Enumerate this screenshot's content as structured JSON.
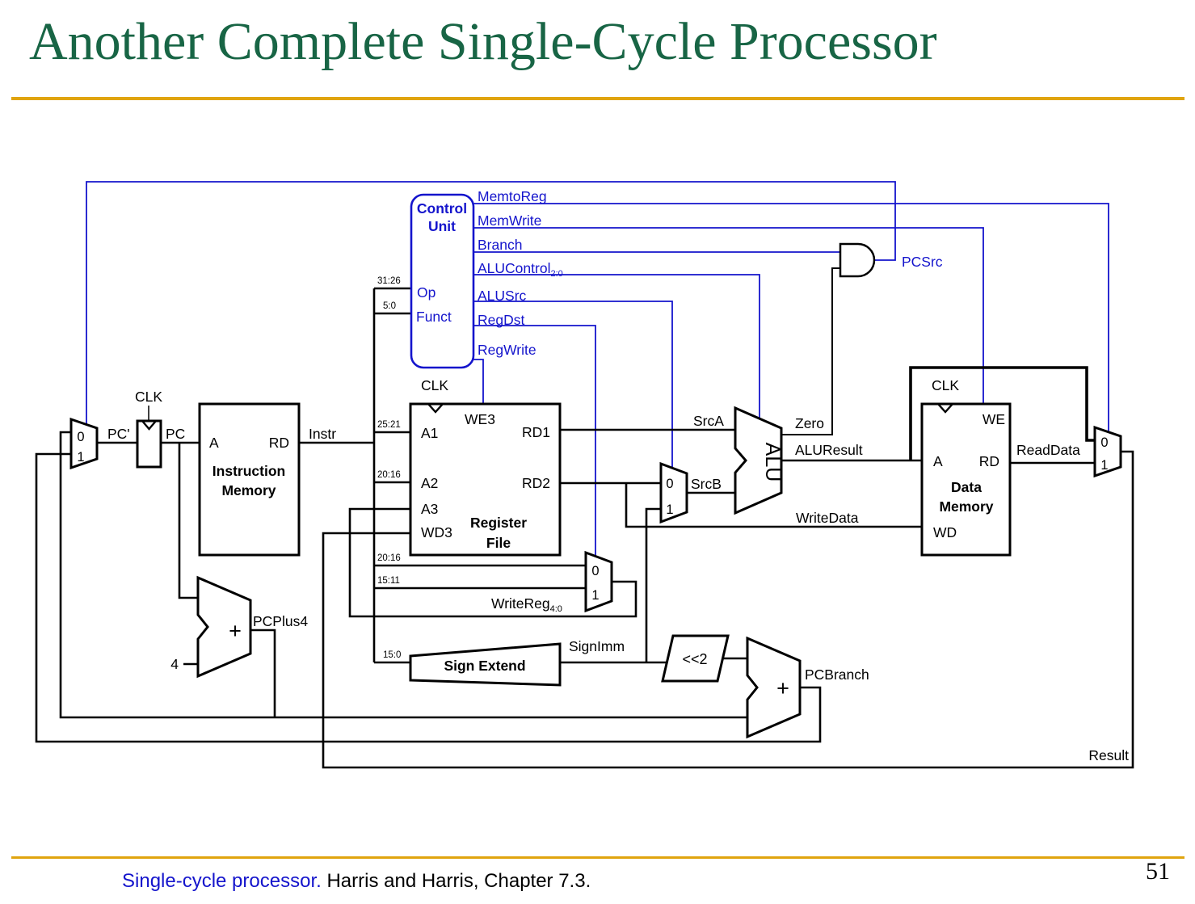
{
  "slide": {
    "title": "Another Complete Single-Cycle Processor",
    "page_number": "51",
    "footer_link": "Single-cycle processor.",
    "footer_citation": "Harris and Harris, Chapter 7.3."
  },
  "colors": {
    "title_green": "#186545",
    "rule_gold": "#E0A40E",
    "signal_blue": "#1414CC"
  },
  "control_unit": {
    "name1": "Control",
    "name2": "Unit",
    "op": "Op",
    "funct": "Funct"
  },
  "signals": {
    "memtoreg": "MemtoReg",
    "memwrite": "MemWrite",
    "branch": "Branch",
    "alucontrol": "ALUControl",
    "alucontrol_sub": "2:0",
    "alusrc": "ALUSrc",
    "regdst": "RegDst",
    "regwrite": "RegWrite",
    "pcsrc": "PCSrc"
  },
  "bitfields": {
    "op": "31:26",
    "funct": "5:0",
    "rs": "25:21",
    "rt_a2": "20:16",
    "rt_mux": "20:16",
    "rd_mux": "15:11",
    "imm": "15:0"
  },
  "mux": {
    "in0": "0",
    "in1": "1"
  },
  "pc_stage": {
    "clk": "CLK",
    "pc_next": "PC'",
    "pc": "PC",
    "plus": "+",
    "four": "4",
    "pcplus4": "PCPlus4"
  },
  "imem": {
    "a": "A",
    "rd": "RD",
    "name1": "Instruction",
    "name2": "Memory",
    "instr": "Instr"
  },
  "regfile": {
    "clk": "CLK",
    "we3": "WE3",
    "a1": "A1",
    "rd1": "RD1",
    "a2": "A2",
    "rd2": "RD2",
    "a3": "A3",
    "wd3": "WD3",
    "name1": "Register",
    "name2": "File",
    "writereg": "WriteReg",
    "writereg_sub": "4:0"
  },
  "extend": {
    "name": "Sign Extend",
    "signimm": "SignImm",
    "shift": "<<2"
  },
  "alu": {
    "name": "ALU",
    "srca": "SrcA",
    "srcb": "SrcB",
    "zero": "Zero",
    "result": "ALUResult"
  },
  "branch_adder": {
    "plus": "+",
    "pcbranch": "PCBranch"
  },
  "dmem": {
    "clk": "CLK",
    "we": "WE",
    "a": "A",
    "rd": "RD",
    "wd": "WD",
    "name1": "Data",
    "name2": "Memory",
    "writedata": "WriteData",
    "readdata": "ReadData"
  },
  "result": {
    "label": "Result"
  }
}
